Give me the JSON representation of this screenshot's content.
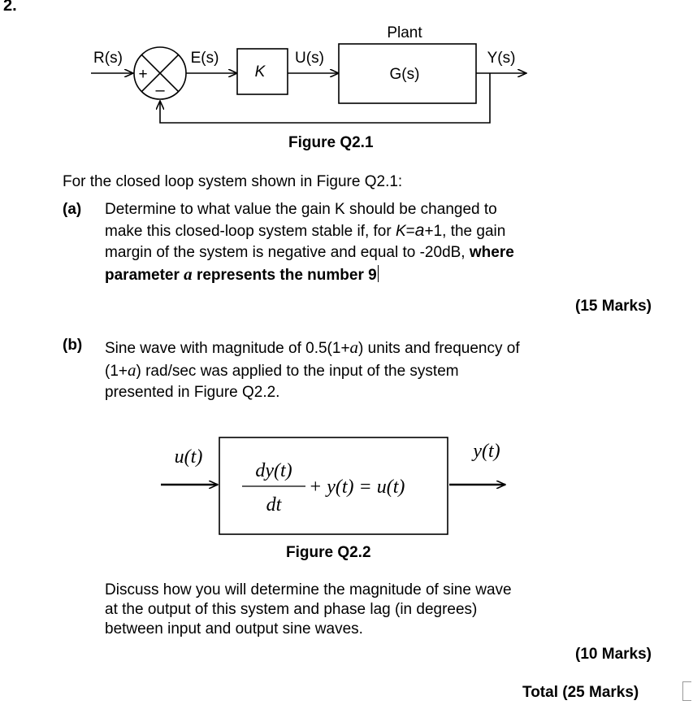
{
  "question_number": "2.",
  "figure1": {
    "caption": "Figure Q2.1",
    "plant_label": "Plant",
    "input_label": "R(s)",
    "error_label": "E(s)",
    "gain_label": "K",
    "control_label": "U(s)",
    "plant_tf": "G(s)",
    "output_label": "Y(s)",
    "sum_plus": "+",
    "sum_minus": "–"
  },
  "intro": "For the closed loop system shown in Figure Q2.1:",
  "part_a": {
    "label": "(a)",
    "line1": "Determine to what value the gain K should be changed to",
    "line2_pre": "make this closed-loop system stable if, for ",
    "line2_K": "K",
    "line2_eq": "=",
    "line2_a": "a",
    "line2_post": "+1, the gain",
    "line3_pre": "margin of the system is negative and equal to -20dB, ",
    "line3_bold": "where",
    "line4_pre": "parameter ",
    "line4_a": "a",
    "line4_post": " represents the number 9",
    "marks": "(15 Marks)"
  },
  "part_b": {
    "label": "(b)",
    "line1_pre": "Sine wave with magnitude of 0.5(1+",
    "line1_a": "a",
    "line1_post": ") units and frequency of",
    "line2_pre": "(1+",
    "line2_a": "a",
    "line2_post": ") rad/sec was applied to the input of the system",
    "line3": "presented in Figure Q2.2.",
    "discuss1": "Discuss how you will determine the magnitude of sine wave",
    "discuss2": "at the output of this system and phase lag (in degrees)",
    "discuss3": "between input and output sine waves.",
    "marks": "(10 Marks)"
  },
  "figure2": {
    "caption": "Figure Q2.2",
    "input_label": "u(t)",
    "output_label": "y(t)",
    "numerator": "dy(t)",
    "denominator": "dt",
    "rhs": "+ y(t) = u(t)"
  },
  "total": "Total (25 Marks)"
}
